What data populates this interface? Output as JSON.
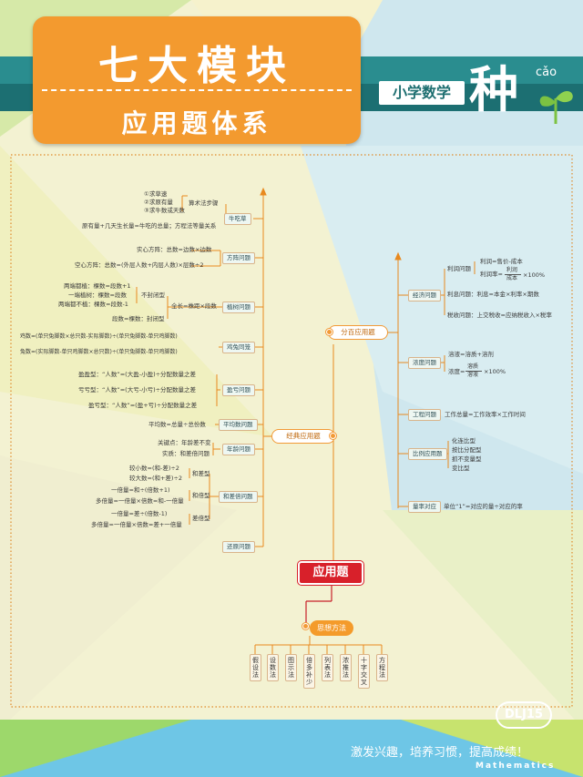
{
  "header": {
    "title": "七大模块",
    "subtitle": "应用题体系",
    "badge": "小学数学",
    "logo_char": "种",
    "logo_pinyin": "cǎo"
  },
  "center_node": "应用题",
  "left_branch": {
    "root": "经典应用题",
    "items": [
      {
        "name": "牛吃草",
        "details": [
          "①求草速",
          "②求原有量",
          "③求牛数或天数",
          "算术法步骤",
          "原有量+几天生长量=牛吃的总量；方程法等量关系"
        ]
      },
      {
        "name": "方阵问题",
        "details": [
          "实心方阵：总数=边数×边数",
          "空心方阵：总数=(外层人数+内层人数)×层数÷2"
        ]
      },
      {
        "name": "植树问题",
        "details": [
          "两端都植：棵数=段数+1",
          "一端植树：棵数=段数",
          "两端都不植：棵数=段数-1",
          "不封闭型",
          "全长=株距×段数",
          "段数=棵数：封闭型"
        ]
      },
      {
        "name": "鸡兔同笼",
        "details": [
          "鸡数=(单只兔脚数×总只数-实际脚数)÷(单只兔脚数-单只鸡脚数)",
          "兔数=(实际脚数-单只鸡脚数×总只数)÷(单只兔脚数-单只鸡脚数)"
        ]
      },
      {
        "name": "盈亏问题",
        "details": [
          "盈盈型：“人数”=(大盈-小盈)÷分配数量之差",
          "亏亏型：“人数”=(大亏-小亏)÷分配数量之差",
          "盈亏型：“人数”=(盈+亏)÷分配数量之差"
        ]
      },
      {
        "name": "平均数问题",
        "details": [
          "平均数=总量÷总份数"
        ]
      },
      {
        "name": "年龄问题",
        "details": [
          "关键点：年龄差不变",
          "实质：和差倍问题"
        ]
      },
      {
        "name": "和差倍问题",
        "details": [
          "较小数=(和-差)÷2",
          "较大数=(和+差)÷2",
          "和差型",
          "一倍量=和÷(倍数+1)",
          "多倍量=一倍量×倍数=和-一倍量",
          "和倍型",
          "一倍量=差÷(倍数-1)",
          "多倍量=一倍量×倍数=差+一倍量",
          "差倍型"
        ]
      },
      {
        "name": "还原问题",
        "details": []
      }
    ]
  },
  "right_branch": {
    "root": "分百应用题",
    "items": [
      {
        "name": "经济问题",
        "details": [
          "利润问题",
          "利润=售价-成本",
          "利润率=",
          "利润",
          "成本",
          "×100%",
          "利息问题：利息=本金×利率×期数",
          "税收问题：上交税收=应纳税收入×税率"
        ]
      },
      {
        "name": "浓度问题",
        "details": [
          "溶液=溶质+溶剂",
          "浓度=",
          "溶质",
          "溶液",
          "×100%"
        ]
      },
      {
        "name": "工程问题",
        "details": [
          "工作总量=工作效率×工作时间"
        ]
      },
      {
        "name": "比例应用题",
        "details": [
          "化连比型",
          "按比分配型",
          "抓不变量型",
          "变比型"
        ]
      },
      {
        "name": "量率对应",
        "details": [
          "单位“1”=对应的量÷对应的率"
        ]
      }
    ]
  },
  "bottom_branch": {
    "root": "思想方法",
    "methods": [
      "假设法",
      "设数法",
      "图示法",
      "倍多补少",
      "列表法",
      "浓推法",
      "十字交叉",
      "方程法"
    ]
  },
  "footer": {
    "watermark": "激发兴趣，培养习惯，提高成绩！",
    "label": "Mathematics",
    "corner": "DLJ15"
  },
  "colors": {
    "orange": "#f49b2b",
    "red": "#d8202a",
    "teal": "#1f7d7f",
    "line": "#e8891f"
  }
}
